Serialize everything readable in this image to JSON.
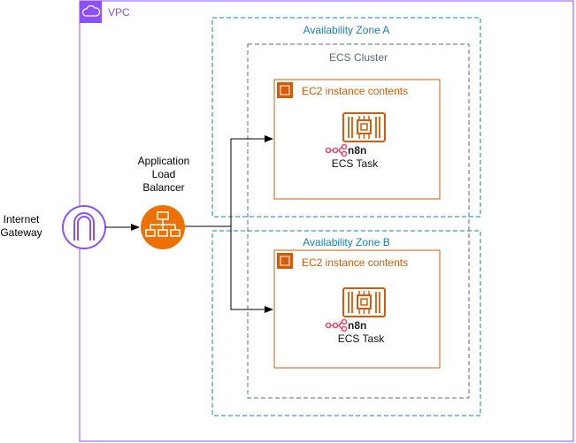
{
  "vpc": {
    "label": "VPC"
  },
  "zones": [
    {
      "label": "Availability Zone A"
    },
    {
      "label": "Availability Zone B"
    }
  ],
  "cluster": {
    "label": "ECS Cluster"
  },
  "instances": [
    {
      "label": "EC2 instance contents",
      "app": "n8n",
      "task": "ECS Task"
    },
    {
      "label": "EC2 instance contents",
      "app": "n8n",
      "task": "ECS Task"
    }
  ],
  "gateway": {
    "label_line1": "Internet",
    "label_line2": "Gateway"
  },
  "alb": {
    "label_line1": "Application",
    "label_line2": "Load",
    "label_line3": "Balancer"
  },
  "colors": {
    "vpc": "#8C4FFF",
    "zone": "#147EBA",
    "cluster": "#5A6B86",
    "ec2": "#D45B07",
    "alb_orange": "#ED7100",
    "n8n_pink": "#EA4B71"
  }
}
